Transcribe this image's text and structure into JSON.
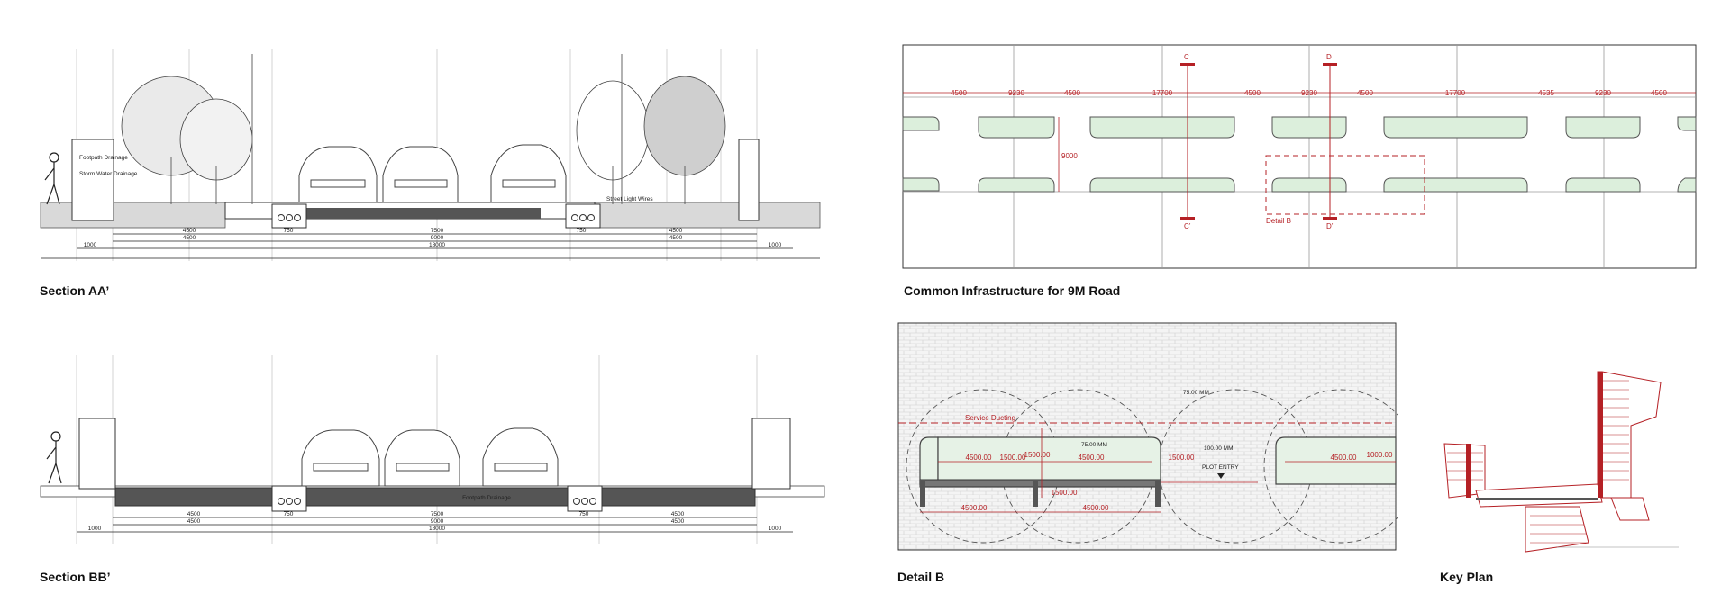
{
  "captions": {
    "section_aa": "Section AA’",
    "section_bb": "Section BB’",
    "infrastructure": "Common Infrastructure for 9M Road",
    "detail_b": "Detail B",
    "key_plan": "Key Plan"
  },
  "section_aa": {
    "dims_row1": [
      "4500",
      "750",
      "7500",
      "750",
      "4500"
    ],
    "dims_row2": [
      "4500",
      "9000",
      "4500"
    ],
    "dims_row3": [
      "1000",
      "18000",
      "1000"
    ],
    "notes": [
      "Footpath Drainage",
      "Storm Water Drainage",
      "Street Light Wires"
    ]
  },
  "section_bb": {
    "dims_row1": [
      "4500",
      "750",
      "7500",
      "750",
      "4500"
    ],
    "dims_row2": [
      "4500",
      "9000",
      "4500"
    ],
    "dims_row3": [
      "1000",
      "18000",
      "1000"
    ],
    "notes": [
      "Footpath Drainage"
    ]
  },
  "infrastructure": {
    "dims_top": [
      "4500",
      "9230",
      "4500",
      "17700",
      "4500",
      "9230",
      "4500",
      "17700",
      "4535",
      "9230",
      "4500"
    ],
    "dim_vertical": "9000",
    "cut_markers": [
      "C",
      "D",
      "C’",
      "D’"
    ],
    "detail_label": "Detail B"
  },
  "detail_b": {
    "labels": [
      "Service Ducting",
      "PLOT ENTRY"
    ],
    "levels": [
      "75.00 MM",
      "75.00 MM",
      "100.00 MM"
    ],
    "dims": [
      "4500.00",
      "1500.00",
      "4500.00",
      "1500.00",
      "1500.00",
      "4500.00",
      "1500.00",
      "4500.00",
      "4500.00",
      "1000.00"
    ]
  },
  "colors": {
    "line": "#333333",
    "red": "#b52025",
    "hatch_green": "#dcefdc",
    "ground": "#d6d6d6"
  }
}
